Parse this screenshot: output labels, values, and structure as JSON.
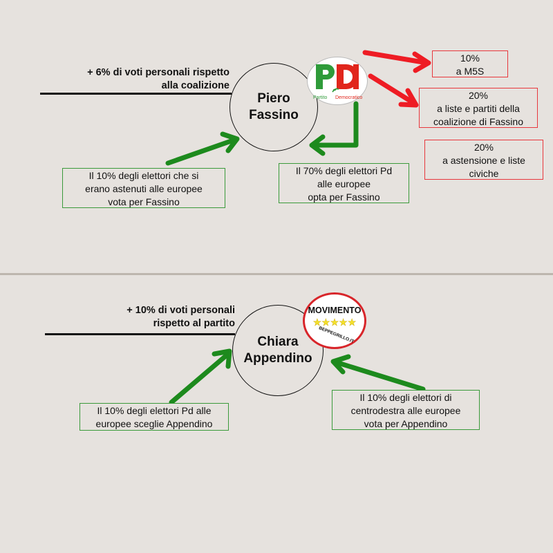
{
  "colors": {
    "background": "#e6e2de",
    "green_arrow": "#1d8a1d",
    "green_border": "#3a9a3a",
    "red_arrow": "#ee1c24",
    "red_border": "#e8373c",
    "pd_green": "#2f9b3a",
    "pd_red": "#e1261c",
    "m5s_red": "#d8252a",
    "m5s_star": "#f4e12a"
  },
  "top_panel": {
    "candidate": {
      "first": "Piero",
      "last": "Fassino"
    },
    "note": {
      "line1": "+ 6% di voti personali rispetto",
      "line2": "alla coalizione"
    },
    "logo": {
      "icon": "pd-logo-icon",
      "letters": "PD",
      "caption_left": "Partito",
      "caption_right": "Democratico"
    },
    "inflows": [
      {
        "lines": [
          "Il 10% degli elettori che si",
          "erano astenuti alle europee",
          "vota per Fassino"
        ]
      },
      {
        "lines": [
          "Il 70% degli elettori Pd",
          "alle europee",
          "opta per Fassino"
        ]
      }
    ],
    "outflows": [
      {
        "lines": [
          "10%",
          "a M5S"
        ]
      },
      {
        "lines": [
          "20%",
          "a liste e partiti della",
          "coalizione di Fassino"
        ]
      },
      {
        "lines": [
          "20%",
          "a astensione e liste",
          "civiche"
        ]
      }
    ]
  },
  "bottom_panel": {
    "candidate": {
      "first": "Chiara",
      "last": "Appendino"
    },
    "note": {
      "line1": "+ 10% di voti personali",
      "line2": "rispetto al partito"
    },
    "logo": {
      "icon": "m5s-logo-icon",
      "word": "MOVIMENTO",
      "stars": "★★★★★",
      "site": "BEPPEGRILLO.IT"
    },
    "inflows": [
      {
        "lines": [
          "Il 10% degli elettori Pd alle",
          "europee sceglie Appendino"
        ]
      },
      {
        "lines": [
          "Il 10% degli elettori di",
          "centrodestra alle europee",
          "vota per Appendino"
        ]
      }
    ]
  }
}
